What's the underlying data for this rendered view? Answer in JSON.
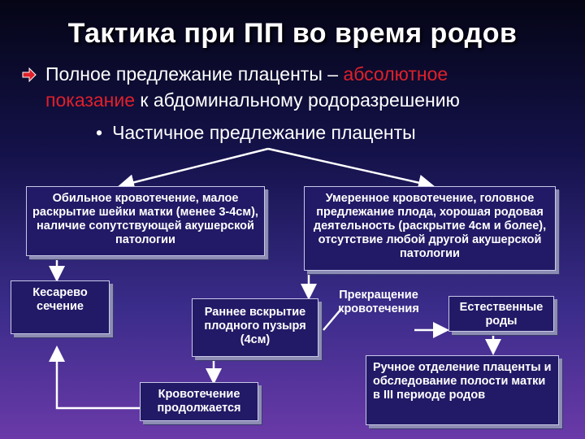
{
  "title": "Тактика при ПП во время родов",
  "intro": {
    "line1_prefix": "Полное предлежание плаценты – ",
    "line1_red": "абсолютное",
    "line2_red": "показание",
    "line2_suffix": " к абдоминальному родоразрешению",
    "line3_bullet": "•",
    "line3_text": "Частичное предлежание плаценты"
  },
  "colors": {
    "accent_red": "#e0202a",
    "box_fill": "#221a66",
    "text": "#ffffff"
  },
  "boxes": {
    "left_condition": "Обильное кровотечение, малое раскрытие шейки матки (менее 3-4см), наличие сопутствующей акушерской патологии",
    "right_condition": "Умеренное кровотечение, головное предлежание плода, хорошая родовая деятельность (раскрытие 4см и более), отсутствие любой другой акушерской патологии",
    "cesarean": "Кесарево сечение",
    "amniotomy": "Раннее вскрытие плодного пузыря (4см)",
    "bleeding_continues": "Кровотечение продолжается",
    "bleeding_stops": "Прекращение кровотечения",
    "natural_birth": "Естественные роды",
    "manual_separation": "Ручное отделение плаценты и обследование полости матки в III периоде родов"
  }
}
